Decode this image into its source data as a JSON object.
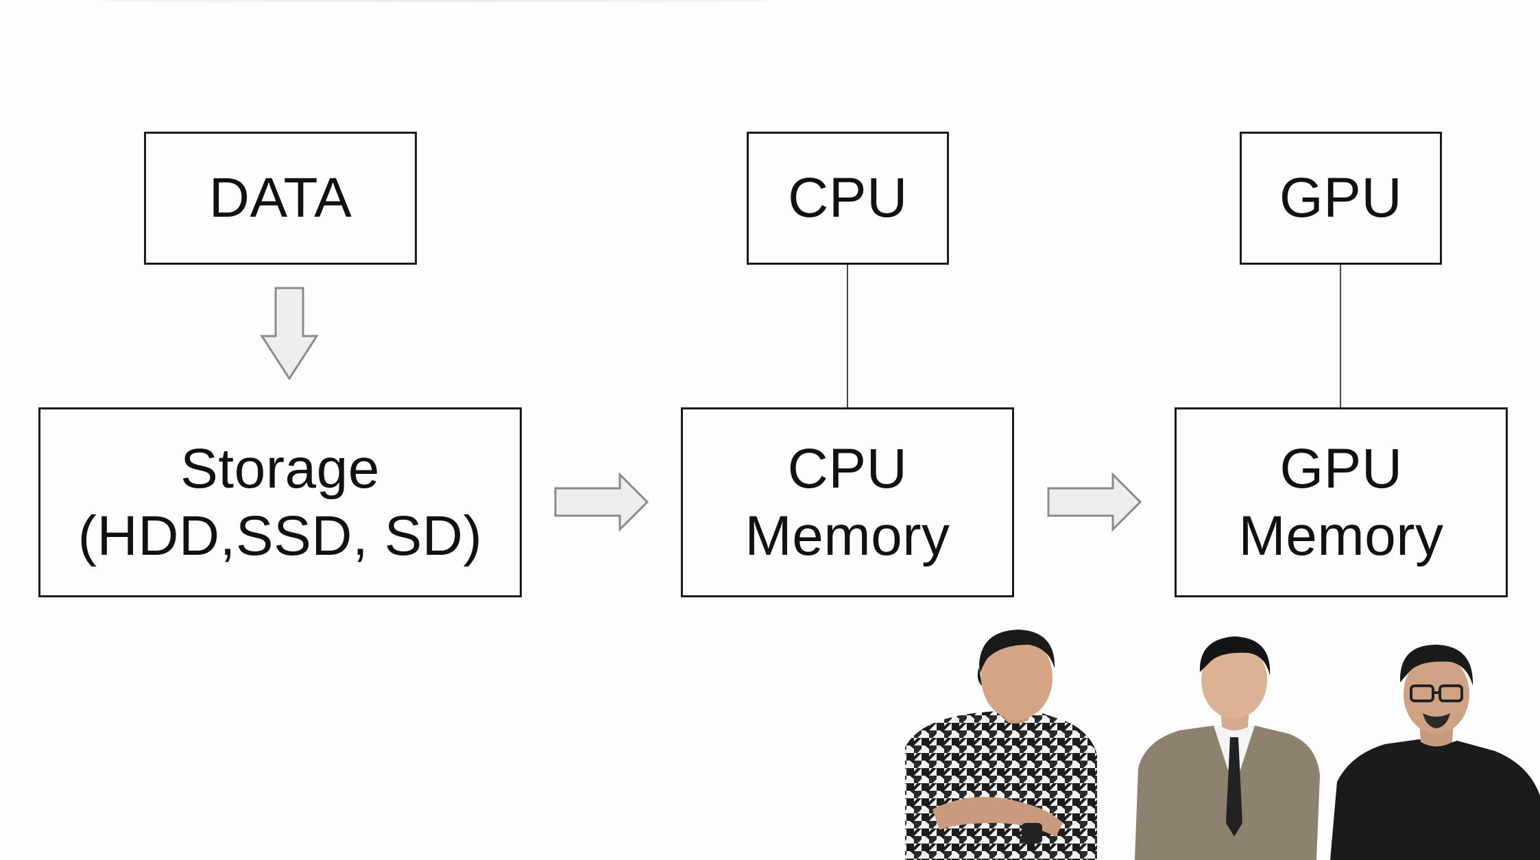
{
  "diagram": {
    "nodes": {
      "data": {
        "label": "DATA"
      },
      "storage": {
        "line1": "Storage",
        "line2": "(HDD,SSD, SD)"
      },
      "cpu": {
        "label": "CPU"
      },
      "cpu_memory": {
        "line1": "CPU",
        "line2": "Memory"
      },
      "gpu": {
        "label": "GPU"
      },
      "gpu_memory": {
        "line1": "GPU",
        "line2": "Memory"
      }
    },
    "edges": [
      {
        "from": "DATA",
        "to": "Storage",
        "kind": "block-arrow-down"
      },
      {
        "from": "Storage",
        "to": "CPU Memory",
        "kind": "block-arrow-right"
      },
      {
        "from": "CPU Memory",
        "to": "GPU Memory",
        "kind": "block-arrow-right"
      },
      {
        "from": "CPU",
        "to": "CPU Memory",
        "kind": "line"
      },
      {
        "from": "GPU",
        "to": "GPU Memory",
        "kind": "line"
      }
    ]
  },
  "colors": {
    "background": "#fdfdfd",
    "box_border": "#1a1a1a",
    "arrow_fill": "#eeeeee",
    "arrow_stroke": "#8a8a8a",
    "connector": "#444444"
  },
  "webcam_overlay": {
    "participant_count": 3
  }
}
